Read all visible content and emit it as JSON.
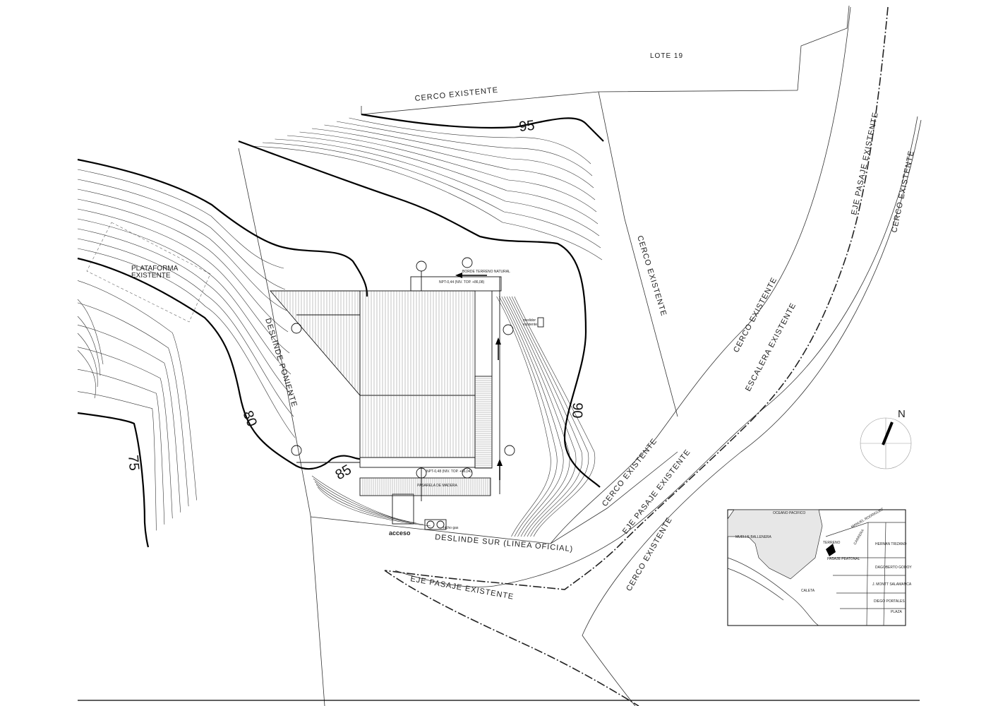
{
  "labels": {
    "lote": "LOTE 19",
    "cerco_top": "CERCO EXISTENTE",
    "cerco_right": "CERCO EXISTENTE",
    "cerco_road_upper": "CERCO EXISTENTE",
    "cerco_road_lower": "CERCO EXISTENTE",
    "cerco_far_right": "CERCO EXISTENTE",
    "cerco_bottom_right": "CERCO EXISTENTE",
    "eje_pasaje_right": "EJE PASAJE EXISTENTE",
    "eje_pasaje_road": "EJE PASAJE EXISTENTE",
    "eje_pasaje_bottom": "EJE PASAJE EXISTENTE",
    "escalera": "ESCALERA EXISTENTE",
    "plataforma_1": "PLATAFORMA",
    "plataforma_2": "EXISTENTE",
    "deslinde_poniente": "DESLINDE PONIENTE",
    "deslinde_sur": "DESLINDE SUR (LINEA OFICIAL)",
    "acceso": "acceso",
    "medidor_1": "medidor",
    "medidor_2": "existente",
    "npt_top": "NPT-0,44 (NIV. TOP. +86,08)",
    "terreno": "BORDE TERRENO NATURAL",
    "npt_bottom": "NPT-0,48 (NIV. TOP. +86,04)",
    "pasarela": "PASARELA DE MADERA",
    "nicho": "nicho gas"
  },
  "contours": {
    "c75": "75",
    "c80": "80",
    "c85": "85",
    "c90": "90",
    "c95": "95"
  },
  "compass": {
    "north": "N"
  },
  "location_map": {
    "oceano": "OCEANO PACIFICO",
    "muelle": "MUELLE BALLENERA",
    "caleta": "CALETA",
    "terreno": "TERRENO",
    "pasaje": "PASAJE PEATONAL",
    "streets": [
      "MANUEL RODRIGUEZ",
      "HERNAN TRIZANO",
      "CARRERA",
      "DAGOBERTO GODOY",
      "J. MONTT SALAMANCA",
      "DIEGO PORTALES",
      "PLAZA"
    ]
  }
}
